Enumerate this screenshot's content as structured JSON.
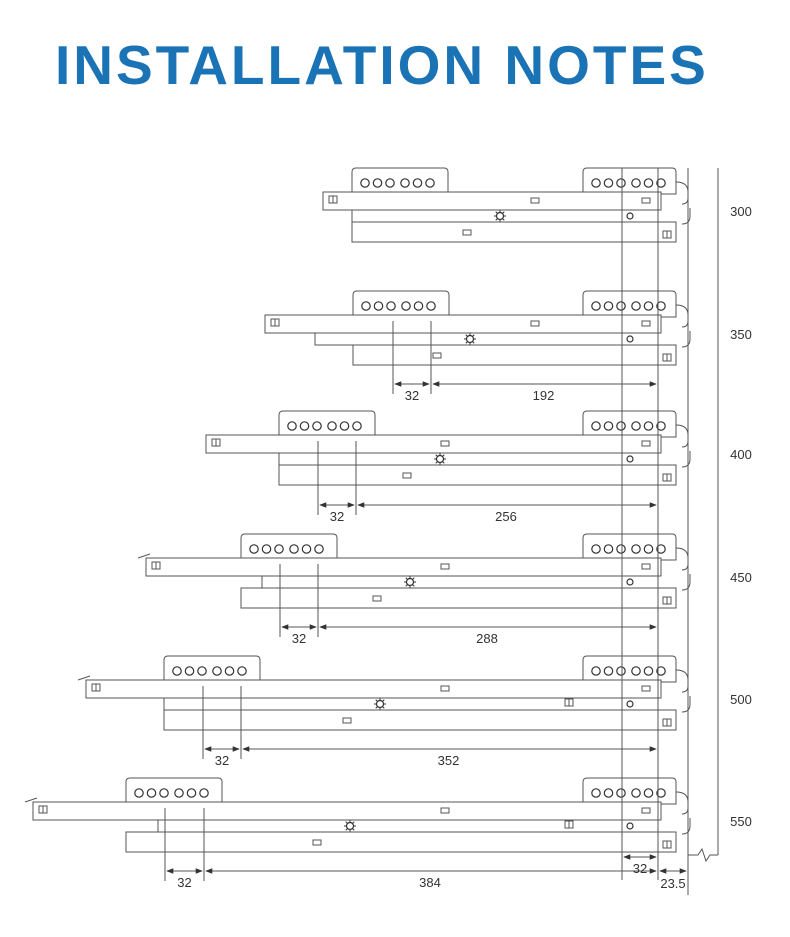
{
  "title": "INSTALLATION NOTES",
  "colors": {
    "title": "#1a73b5",
    "line": "#555555",
    "text": "#333333"
  },
  "drawings": [
    {
      "length_label": "300"
    },
    {
      "length_label": "350",
      "spacing_label": "32",
      "span_label": "192"
    },
    {
      "length_label": "400",
      "spacing_label": "32",
      "span_label": "256"
    },
    {
      "length_label": "450",
      "spacing_label": "32",
      "span_label": "288"
    },
    {
      "length_label": "500",
      "spacing_label": "32",
      "span_label": "352"
    },
    {
      "length_label": "550",
      "spacing_label": "32",
      "span_label": "384"
    }
  ],
  "rear_dimensions": {
    "offset_label": "32",
    "depth_label": "23.5"
  }
}
